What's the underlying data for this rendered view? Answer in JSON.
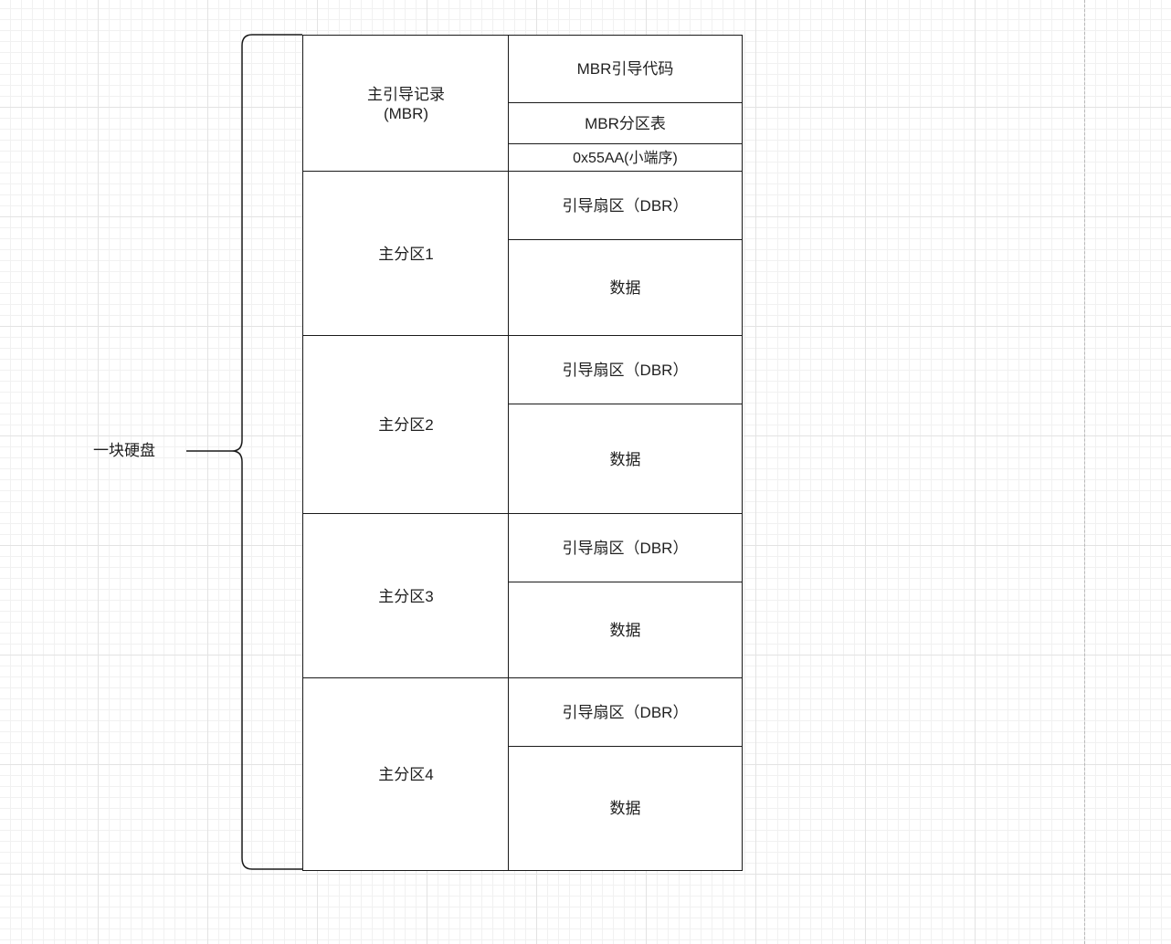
{
  "disk_label": "一块硬盘",
  "mbr": {
    "label": "主引导记录\n(MBR)",
    "boot_code": "MBR引导代码",
    "partition_table": "MBR分区表",
    "signature": "0x55AA(小端序)"
  },
  "partitions": [
    {
      "label": "主分区1",
      "dbr": "引导扇区（DBR）",
      "data": "数据"
    },
    {
      "label": "主分区2",
      "dbr": "引导扇区（DBR）",
      "data": "数据"
    },
    {
      "label": "主分区3",
      "dbr": "引导扇区（DBR）",
      "data": "数据"
    },
    {
      "label": "主分区4",
      "dbr": "引导扇区（DBR）",
      "data": "数据"
    }
  ],
  "colors": {
    "stroke": "#1a1a1a",
    "fill": "#ffffff",
    "grid_minor": "#f1f1f1",
    "grid_major": "#e3e3e3"
  }
}
